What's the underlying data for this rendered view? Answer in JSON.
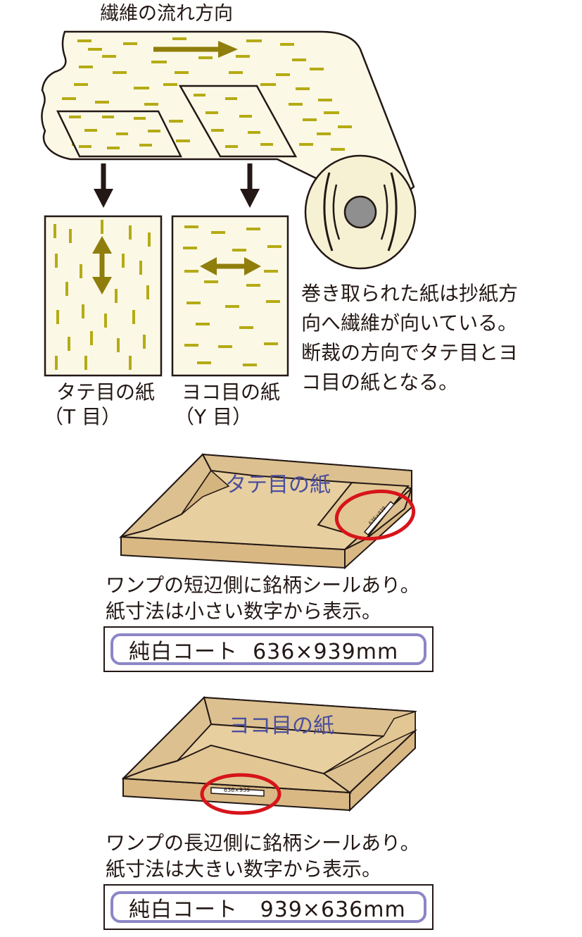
{
  "top": {
    "fiber_direction_label": "繊維の流れ方向",
    "t_paper_label": "タテ目の紙",
    "t_paper_sub": "（T 目）",
    "y_paper_label": "ヨコ目の紙",
    "y_paper_sub": "（Y 目）",
    "explanation": [
      "巻き取られた紙は抄紙方",
      "向へ繊維が向いている。",
      "断裁の方向でタテ目とヨ",
      "コ目の紙となる。"
    ]
  },
  "box1": {
    "title": "タテ目の紙",
    "seal_text": "636×939",
    "caption": [
      "ワンプの短辺側に銘柄シールあり。",
      "紙寸法は小さい数字から表示。"
    ],
    "label_text": "純白コート  636×939mm"
  },
  "box2": {
    "title": "ヨコ目の紙",
    "seal_text": "636×939",
    "caption": [
      "ワンプの長辺側に銘柄シールあり。",
      "紙寸法は大きい数字から表示。"
    ],
    "label_text": "純白コート   939×636mm"
  },
  "colors": {
    "fiber": "#b5ab14",
    "arrow_olive": "#8f7e0b",
    "paper": "#fbf8e6",
    "roll_face": "#f6f1d2",
    "core": "#8f8f8f",
    "box_top": "#e8cfa0",
    "box_side": "#d9b884",
    "box_flap": "#dcc08f",
    "highlight_circle": "#d7141a",
    "label_border": "#8b86c6",
    "title_blue": "#4a4f9e"
  },
  "icons": [
    "down-arrow-icon",
    "right-arrow-icon",
    "up-down-arrow-icon",
    "left-right-arrow-icon"
  ]
}
